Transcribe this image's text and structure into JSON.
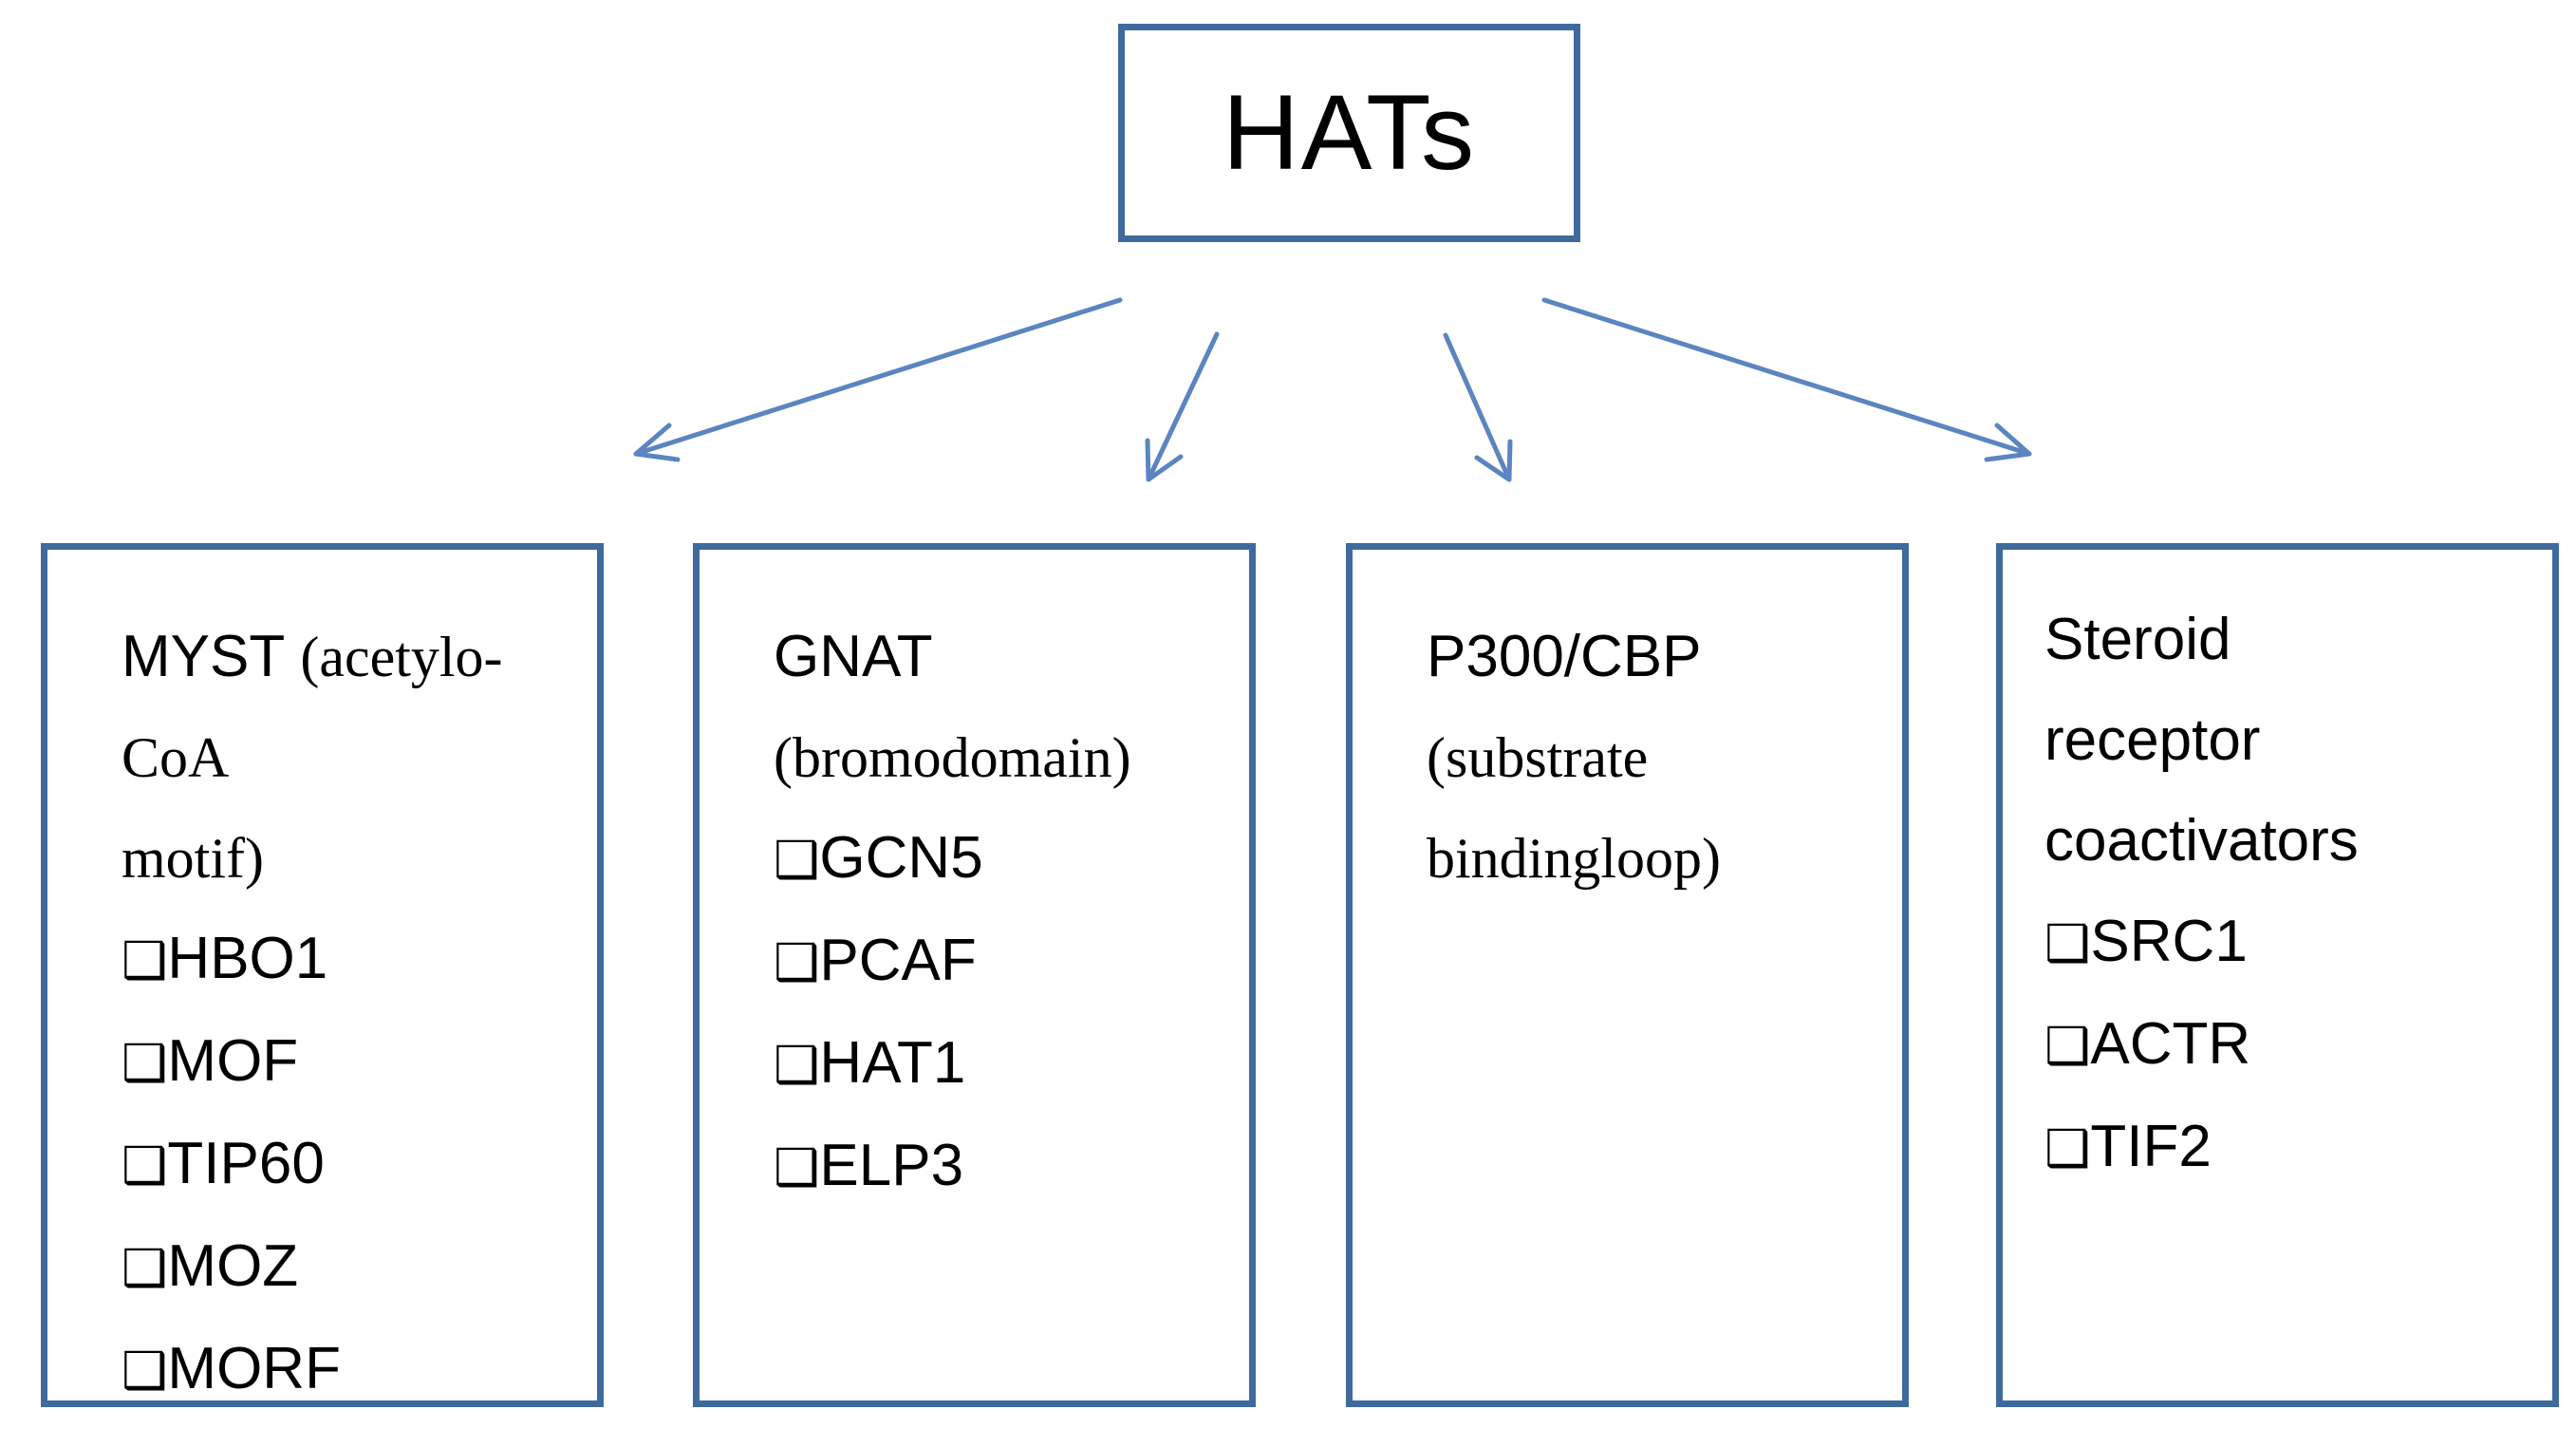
{
  "root": {
    "title": "HATs"
  },
  "bullet": "❑",
  "categories": [
    {
      "head": "MYST",
      "sub1": "(acetylo-",
      "sub2": "CoA",
      "sub3": "motif)",
      "items": [
        "HBO1",
        "MOF",
        "TIP60",
        "MOZ",
        "MORF"
      ]
    },
    {
      "head": "GNAT",
      "sub1": "(bromodomain)",
      "items": [
        "GCN5",
        "PCAF",
        "HAT1",
        "ELP3"
      ]
    },
    {
      "head": "P300/CBP",
      "sub1": "(substrate",
      "sub2": "bindingloop)",
      "items": []
    },
    {
      "head": "Steroid",
      "head2": "receptor",
      "head3": "coactivators",
      "items": [
        "SRC1",
        "ACTR",
        "TIF2"
      ]
    }
  ],
  "colors": {
    "border": "#3f6a9e",
    "arrow": "#5b85c0"
  }
}
